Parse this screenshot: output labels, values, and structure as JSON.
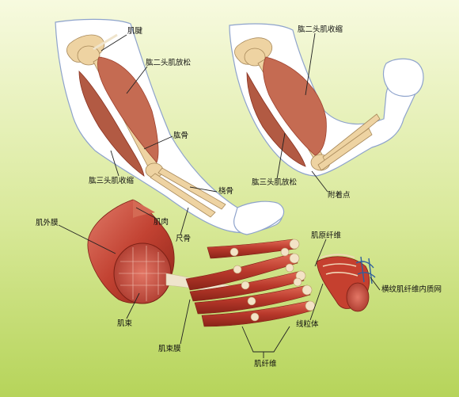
{
  "labels": {
    "tendon": "肌腱",
    "biceps_relaxed": "肱二头肌放松",
    "humerus": "肱骨",
    "triceps_contracted": "肱三头肌收缩",
    "radius": "桡骨",
    "muscle": "肌肉",
    "ulna": "尺骨",
    "biceps_contracted": "肱二头肌收缩",
    "triceps_relaxed": "肱三头肌放松",
    "insertion": "附着点",
    "epimysium": "肌外膜",
    "fascicle": "肌束",
    "perimysium": "肌束膜",
    "fiber": "肌纤维",
    "myofibril": "肌原纤维",
    "mitochondria": "线粒体",
    "sarcoplasmic_reticulum": "横纹肌纤维内质网"
  },
  "colors": {
    "bg_top": "#f7fadf",
    "bg_bottom": "#b6d45a",
    "skin": "#ffffff",
    "skin_outline": "#8ea3cc",
    "bone": "#eed3a2",
    "muscle": "#c56b52",
    "muscle_dark": "#9d3f2c",
    "fiber": "#b8382b",
    "fiber_light": "#db5a45",
    "tendon": "#efe4cc",
    "reticulum": "#2f5f9e"
  }
}
